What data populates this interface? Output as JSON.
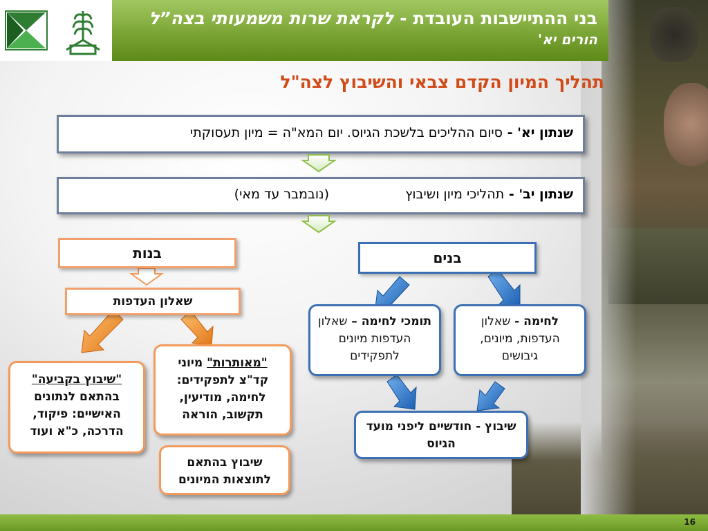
{
  "header": {
    "title_line1_a": "בני ההתיישבות העובדת - ",
    "title_line1_b": "לקראת שרות משמעותי בצה”ל",
    "title_line2": "הורים  יא'"
  },
  "subtitle": "תהליך המיון הקדם צבאי והשיבוץ לצה\"ל",
  "bar1": {
    "bold": "שנתון יא' - ",
    "text": "סיום ההליכים בלשכת הגיוס.  יום המא\"ה  =  מיון תעסוקתי"
  },
  "bar2": {
    "bold": "שנתון יב' - ",
    "text": "  תהליכי מיון ושיבוץ",
    "text2": "(נובמבר עד מאי)"
  },
  "girls": {
    "title": "בנות",
    "questionnaire": "שאלון העדפות",
    "placement_a": "\"שיבוץ בקביעה\"",
    "placement_b": "בהתאם לנתונים האישיים: פיקוד, הדרכה, כ\"א ועוד",
    "challenge_a": "\"מאותרות\"",
    "challenge_b": " מיוני",
    "challenge_c": "קד\"צ לתפקידים: לחימה, מודיעין, תקשוב, הוראה",
    "result": "שיבוץ בהתאם לתוצאות המיונים"
  },
  "boys": {
    "title": "בנים",
    "combat_bold": "לחימה - ",
    "combat_text": "שאלון העדפות, מיונים, גיבושים",
    "support_bold": "תומכי לחימה – ",
    "support_text": "שאלון העדפות מיונים לתפקידים",
    "placement": "שיבוץ  - חודשיים ליפני מועד הגיוס"
  },
  "footer": {
    "page_number": "16"
  },
  "colors": {
    "green": "#6f9c23",
    "orange": "#f49a5b",
    "blue": "#3c6fb4",
    "subtitle": "#d14a17"
  }
}
